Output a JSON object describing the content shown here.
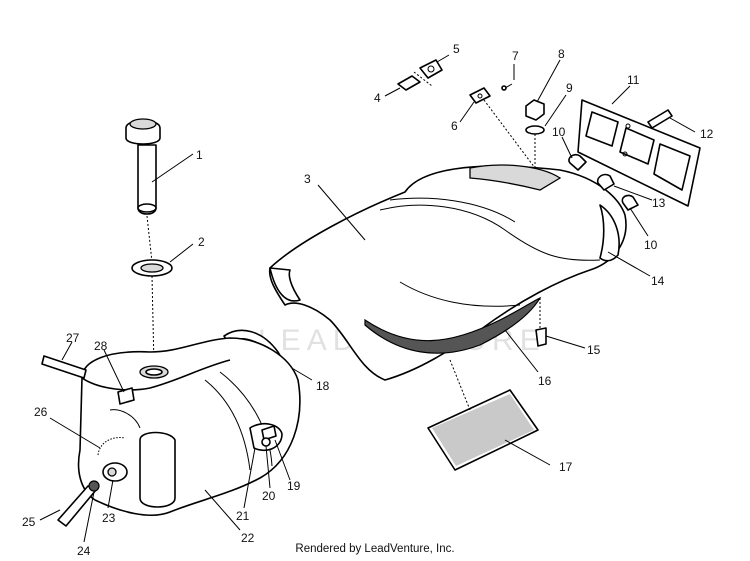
{
  "callouts": [
    "1",
    "2",
    "3",
    "4",
    "5",
    "6",
    "7",
    "8",
    "9",
    "10",
    "10",
    "11",
    "12",
    "13",
    "14",
    "15",
    "16",
    "17",
    "18",
    "19",
    "20",
    "21",
    "22",
    "23",
    "24",
    "25",
    "26",
    "27",
    "28"
  ],
  "watermark": "LEADVENTURE",
  "credit": "Rendered by LeadVenture, Inc."
}
